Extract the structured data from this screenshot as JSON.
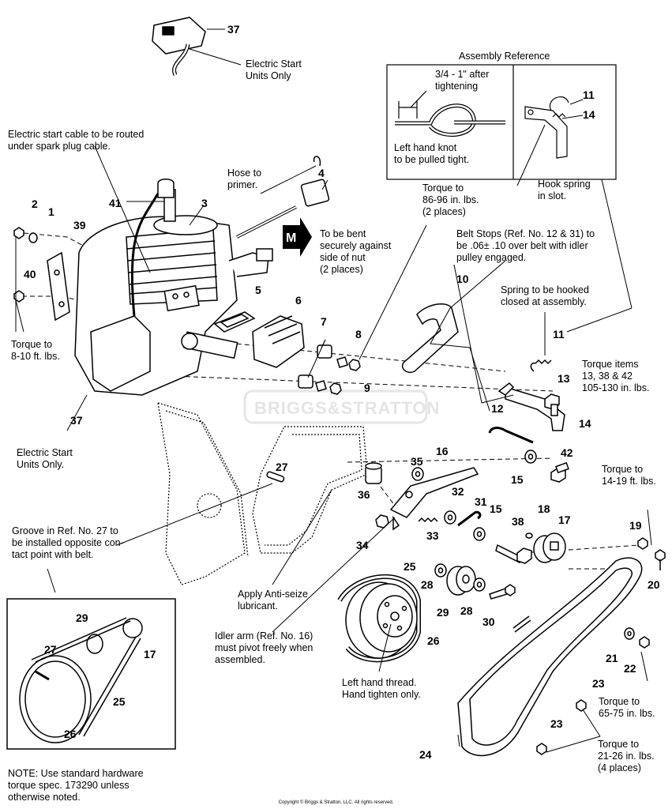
{
  "callouts": [
    {
      "id": "c37a",
      "text": "37"
    },
    {
      "id": "c4",
      "text": "4"
    },
    {
      "id": "c41",
      "text": "41"
    },
    {
      "id": "c3",
      "text": "3"
    },
    {
      "id": "c2",
      "text": "2"
    },
    {
      "id": "c1",
      "text": "1"
    },
    {
      "id": "c39",
      "text": "39"
    },
    {
      "id": "c40",
      "text": "40"
    },
    {
      "id": "c5",
      "text": "5"
    },
    {
      "id": "c6",
      "text": "6"
    },
    {
      "id": "c7",
      "text": "7"
    },
    {
      "id": "c8",
      "text": "8"
    },
    {
      "id": "c9",
      "text": "9"
    },
    {
      "id": "c10",
      "text": "10"
    },
    {
      "id": "c11a",
      "text": "11"
    },
    {
      "id": "c14a",
      "text": "14"
    },
    {
      "id": "c11b",
      "text": "11"
    },
    {
      "id": "c13",
      "text": "13"
    },
    {
      "id": "c14b",
      "text": "14"
    },
    {
      "id": "c12",
      "text": "12"
    },
    {
      "id": "c42",
      "text": "42"
    },
    {
      "id": "c15a",
      "text": "15"
    },
    {
      "id": "c16",
      "text": "16"
    },
    {
      "id": "c35",
      "text": "35"
    },
    {
      "id": "c32",
      "text": "32"
    },
    {
      "id": "c31",
      "text": "31"
    },
    {
      "id": "c15b",
      "text": "15"
    },
    {
      "id": "c36",
      "text": "36"
    },
    {
      "id": "c34",
      "text": "34"
    },
    {
      "id": "c33",
      "text": "33"
    },
    {
      "id": "c18",
      "text": "18"
    },
    {
      "id": "c17a",
      "text": "17"
    },
    {
      "id": "c38",
      "text": "38"
    },
    {
      "id": "c19",
      "text": "19"
    },
    {
      "id": "c20",
      "text": "20"
    },
    {
      "id": "c27a",
      "text": "27"
    },
    {
      "id": "c37b",
      "text": "37"
    },
    {
      "id": "c25a",
      "text": "25"
    },
    {
      "id": "c28a",
      "text": "28"
    },
    {
      "id": "c29a",
      "text": "29"
    },
    {
      "id": "c28b",
      "text": "28"
    },
    {
      "id": "c30",
      "text": "30"
    },
    {
      "id": "c26a",
      "text": "26"
    },
    {
      "id": "c21",
      "text": "21"
    },
    {
      "id": "c22",
      "text": "22"
    },
    {
      "id": "c23a",
      "text": "23"
    },
    {
      "id": "c23b",
      "text": "23"
    },
    {
      "id": "c24",
      "text": "24"
    },
    {
      "id": "c29b",
      "text": "29"
    },
    {
      "id": "c17b",
      "text": "17"
    },
    {
      "id": "c27b",
      "text": "27"
    },
    {
      "id": "c25b",
      "text": "25"
    },
    {
      "id": "c26b",
      "text": "26"
    }
  ],
  "notes": {
    "electric_start_top": "Electric Start\nUnits Only",
    "assembly_reference": "Assembly Reference",
    "after_tightening": "3/4 - 1\" after\ntightening",
    "left_hand_knot": "Left hand knot\nto be pulled tight.",
    "hook_spring": "Hook spring\nin slot.",
    "cable_routing": "Electric start cable to be routed\nunder spark plug cable.",
    "hose_primer": "Hose to\nprimer.",
    "to_be_bent": "To be bent\nsecurely against\nside of nut\n(2 places)",
    "torque_86_96": "Torque to\n86-96 in. lbs.\n(2 places)",
    "belt_stops": "Belt Stops (Ref. No. 12 & 31) to\nbe .06± .10 over belt with idler\npulley engaged.",
    "spring_hooked": "Spring to be hooked\nclosed at assembly.",
    "torque_items": "Torque items\n13, 38 & 42\n105-130 in. lbs.",
    "torque_8_10": "Torque to\n8-10 ft. lbs.",
    "electric_start_left": "Electric Start\nUnits Only.",
    "torque_14_19": "Torque to\n14-19 ft. lbs.",
    "groove_note": "Groove in Ref. No. 27 to\nbe installed opposite con-\ntact point with belt.",
    "anti_seize": "Apply Anti-seize\nlubricant.",
    "idler_arm": "Idler arm (Ref. No. 16)\nmust pivot freely when\nassembled.",
    "left_hand_thread": "Left hand thread.\nHand tighten only.",
    "torque_65_75": "Torque to\n65-75 in. lbs.",
    "torque_21_26": "Torque to\n21-26 in. lbs.\n(4 places)",
    "note_standard": "NOTE: Use standard hardware\ntorque spec. 173290 unless\notherwise noted."
  },
  "marker_m": "M",
  "watermark": "BRIGGS&STRATTON",
  "copyright": "Copyright © Briggs & Stratton, LLC. All rights reserved."
}
